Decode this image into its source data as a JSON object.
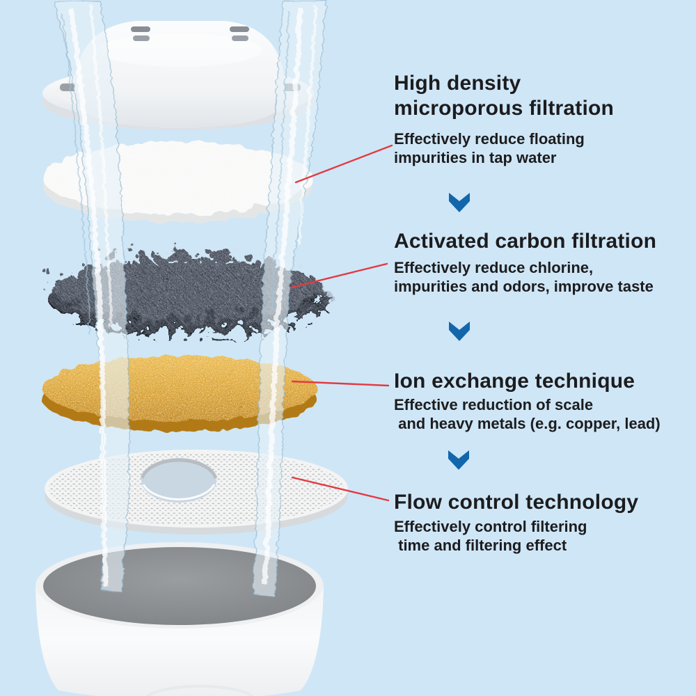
{
  "colors": {
    "background": "#cfe6f6",
    "heading_text": "#1c1c1e",
    "body_text": "#1c1c1e",
    "arrow_blue": "#1266ab",
    "pointer_red": "#e23a42",
    "carbon_dark": "#262b33",
    "resin_gold": "#d79a2b",
    "bucket_grey": "#8b8e91",
    "plastic_white": "#f6f8fa",
    "water_blue": "#bdd8e8"
  },
  "figure": {
    "parts": [
      "filter-lid",
      "microporous-filter-layer",
      "activated-carbon-layer",
      "ion-exchange-resin-layer",
      "flow-control-disc",
      "filter-housing",
      "water-streams"
    ]
  },
  "sections": [
    {
      "title": "High density\nmicroporous filtration",
      "description": "Effectively reduce floating\nimpurities in tap water"
    },
    {
      "title": "Activated carbon filtration",
      "description": "Effectively reduce chlorine,\nimpurities and odors, improve taste"
    },
    {
      "title": "Ion exchange technique",
      "description": "Effective reduction of scale\n and heavy metals (e.g. copper, lead)"
    },
    {
      "title": "Flow control technology",
      "description": "Effectively control filtering\n time and filtering effect"
    }
  ]
}
